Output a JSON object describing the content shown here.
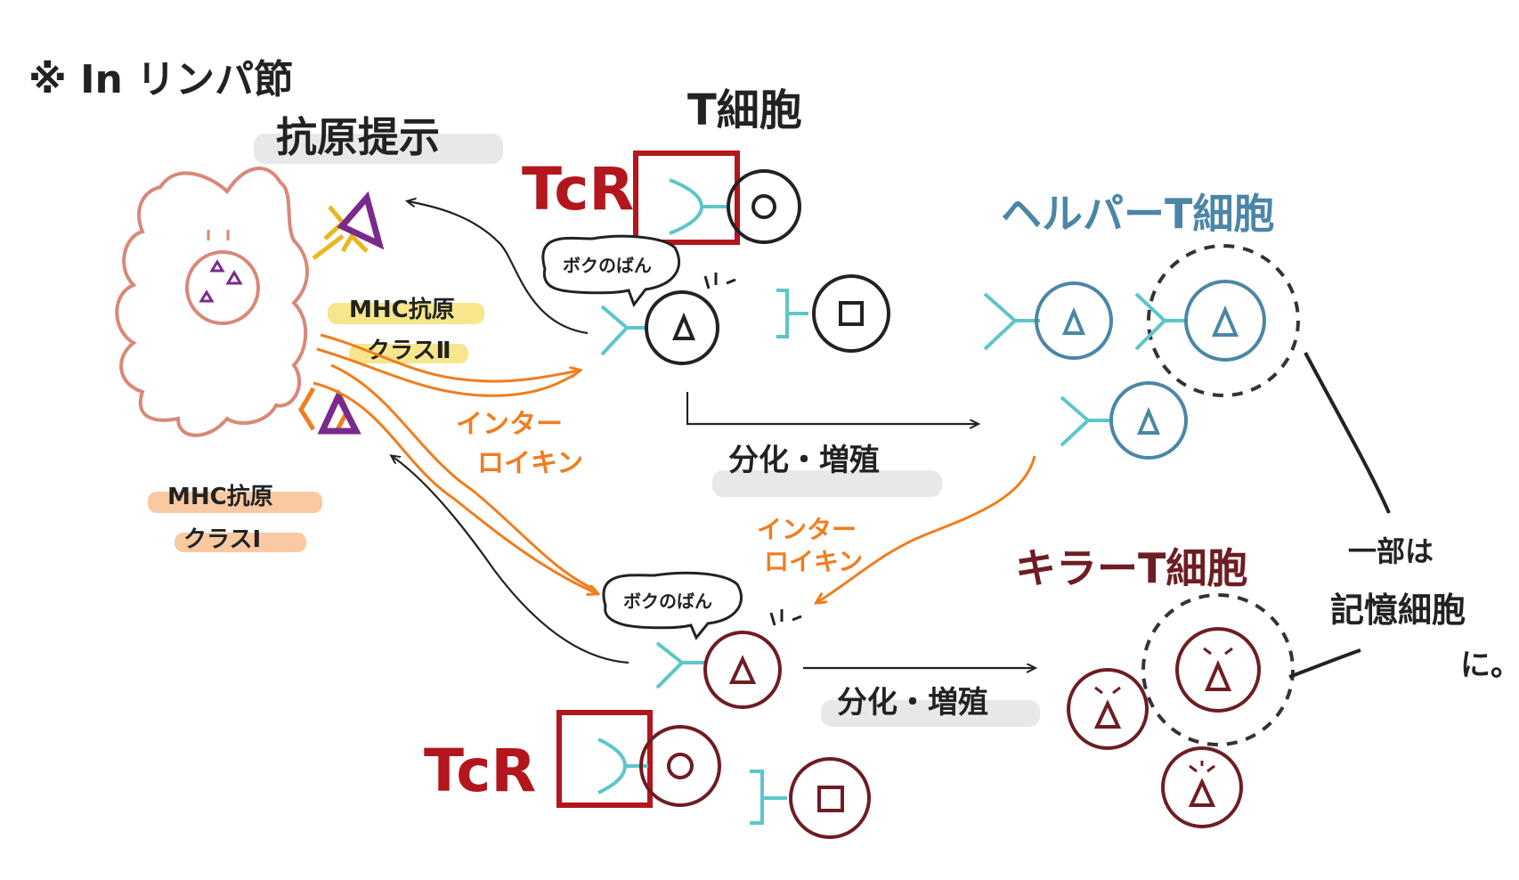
{
  "note": "※ In リンパ節",
  "antigen_presentation": "抗原提示",
  "t_cell_title": "T細胞",
  "tcr_label": "TcR",
  "bubble_text": "ボクのばん",
  "mhc_class2": {
    "line1": "MHC抗原",
    "line2": "クラスⅡ"
  },
  "mhc_class1": {
    "line1": "MHC抗原",
    "line2": "クラスⅠ"
  },
  "interleukin_1": {
    "line1": "インター",
    "line2": "ロイキン"
  },
  "interleukin_2": {
    "line1": "インター",
    "line2": "ロイキン"
  },
  "differentiate_1": "分化・増殖",
  "differentiate_2": "分化・増殖",
  "helper_t": "ヘルパーT細胞",
  "killer_t": "キラーT細胞",
  "memory_note": {
    "line1": "一部は",
    "line2": "記憶細胞",
    "line3": "に。"
  },
  "colors": {
    "ink": "#222222",
    "tcr_red": "#b3161c",
    "receptor_cyan": "#5cc6c9",
    "helper_blue": "#4b86a6",
    "killer_red": "#6e1d22",
    "cytokine_orange": "#f07d1e",
    "antigen_purple": "#7a2a8c",
    "mhc_yellow": "#e8b820",
    "dendritic_pink": "#d98878"
  }
}
